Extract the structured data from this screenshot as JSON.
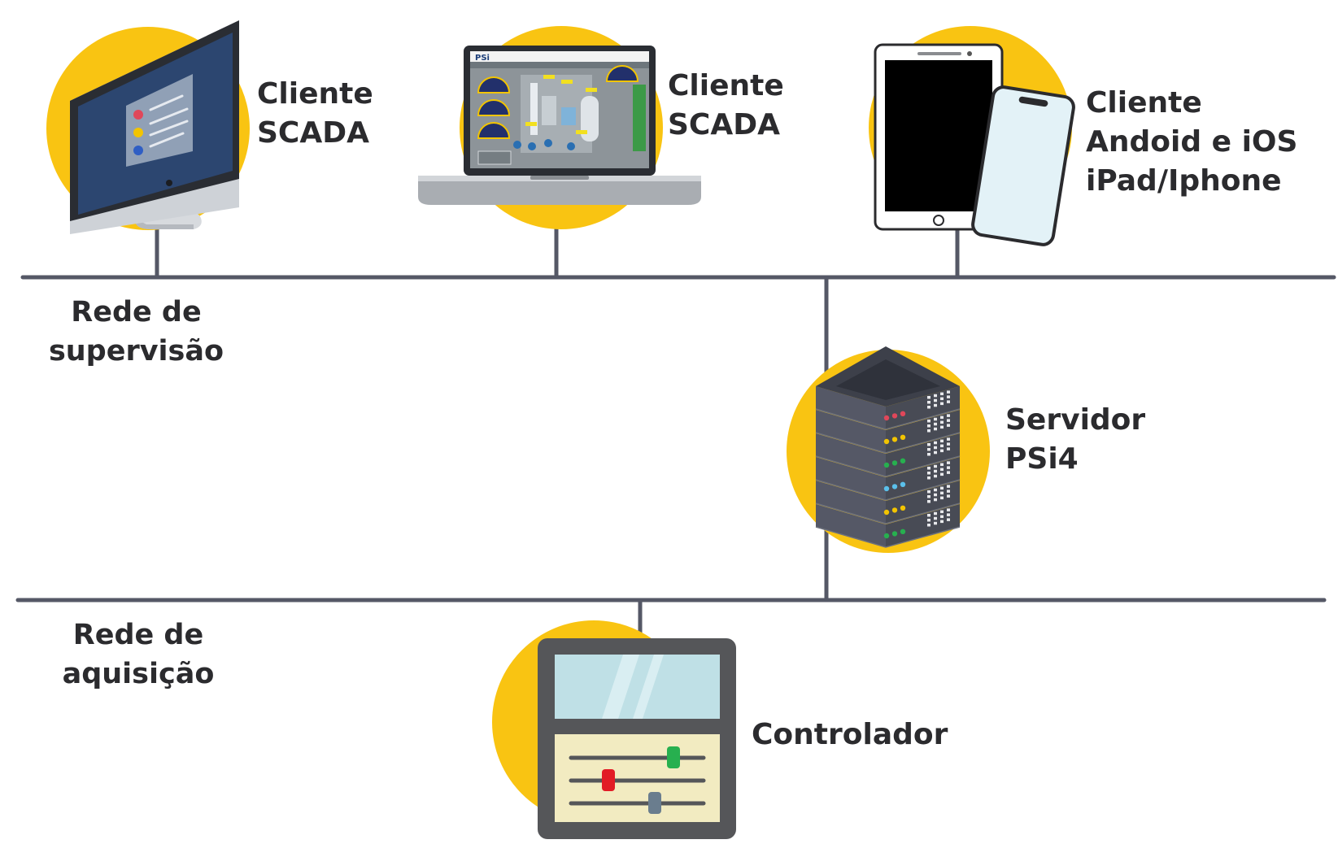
{
  "colors": {
    "accent": "#F9C412",
    "line": "#555866",
    "text": "#2b2b2e"
  },
  "networks": {
    "supervision": {
      "line1": "Rede de",
      "line2": "supervisão"
    },
    "acquisition": {
      "line1": "Rede de",
      "line2": "aquisição"
    }
  },
  "devices": {
    "desktop": {
      "icon": "desktop-monitor-icon",
      "line1": "Cliente",
      "line2": "SCADA"
    },
    "laptop": {
      "icon": "laptop-icon",
      "line1": "Cliente",
      "line2": "SCADA",
      "screen_logo": "PSi"
    },
    "mobile": {
      "icon": "tablet-phone-icon",
      "line1": "Cliente",
      "line2": "Andoid e iOS",
      "line3": "iPad/Iphone"
    },
    "server": {
      "icon": "server-rack-icon",
      "line1": "Servidor",
      "line2": "PSi4"
    },
    "controller": {
      "icon": "controller-icon",
      "line1": "Controlador"
    }
  }
}
